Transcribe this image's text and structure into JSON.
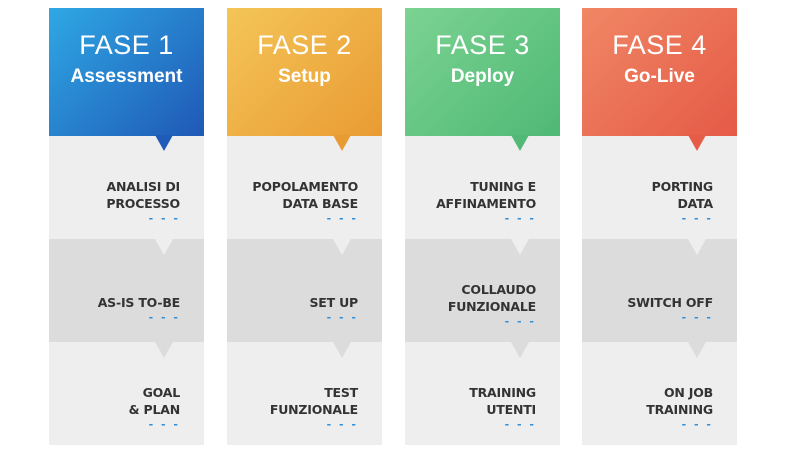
{
  "phases": [
    {
      "title": "FASE 1",
      "subtitle": "Assessment",
      "color_top": "#2fa8e4",
      "color_bottom": "#1f58b6",
      "arrow_color": "#1f5bb8",
      "steps": [
        {
          "label": "ANALISI DI\nPROCESSO",
          "dash": "- - -"
        },
        {
          "label": "AS-IS TO-BE",
          "dash": "- - -"
        },
        {
          "label": "GOAL\n& PLAN",
          "dash": "- - -"
        }
      ]
    },
    {
      "title": "FASE 2",
      "subtitle": "Setup",
      "color_top": "#f4c558",
      "color_bottom": "#e99b33",
      "arrow_color": "#e99b33",
      "steps": [
        {
          "label": "POPOLAMENTO\nDATA BASE",
          "dash": "- - -"
        },
        {
          "label": "SET UP",
          "dash": "- - -"
        },
        {
          "label": "TEST\nFUNZIONALE",
          "dash": "- - -"
        }
      ]
    },
    {
      "title": "FASE 3",
      "subtitle": "Deploy",
      "color_top": "#7cd392",
      "color_bottom": "#4fb875",
      "arrow_color": "#52b977",
      "steps": [
        {
          "label": "TUNING E\nAFFINAMENTO",
          "dash": "- - -"
        },
        {
          "label": "COLLAUDO\nFUNZIONALE",
          "dash": "- - -"
        },
        {
          "label": "TRAINING\nUTENTI",
          "dash": "- - -"
        }
      ]
    },
    {
      "title": "FASE 4",
      "subtitle": "Go-Live",
      "color_top": "#f08765",
      "color_bottom": "#e55a46",
      "arrow_color": "#e55c47",
      "steps": [
        {
          "label": "PORTING\nDATA",
          "dash": "- - -"
        },
        {
          "label": "SWITCH OFF",
          "dash": "- - -"
        },
        {
          "label": "ON JOB\nTRAINING",
          "dash": "- - -"
        }
      ]
    }
  ],
  "dash_color": "#2e8fdc"
}
